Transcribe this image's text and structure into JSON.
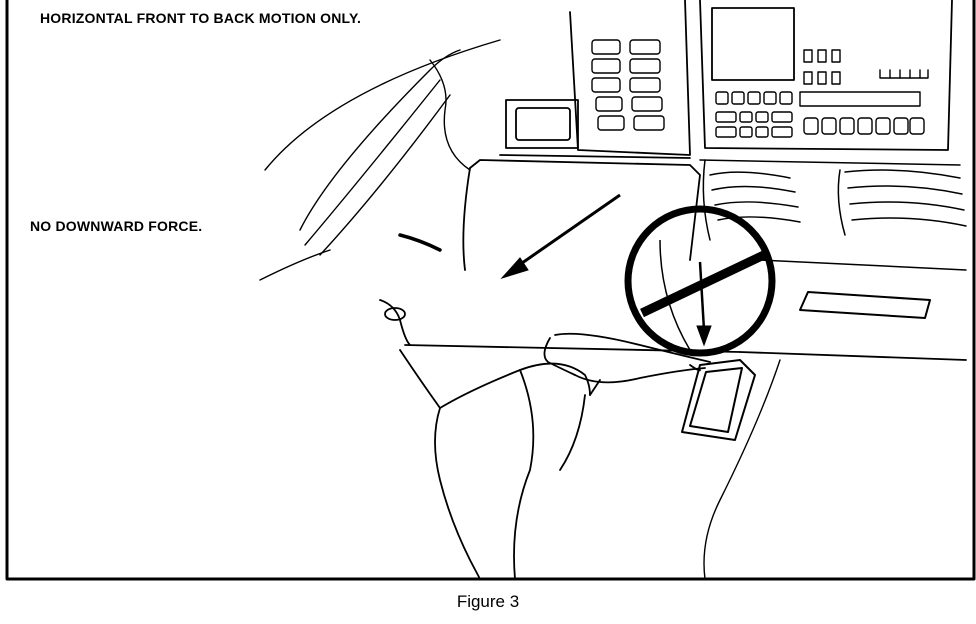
{
  "figure": {
    "caption": "Figure 3",
    "instruction_top": "HORIZONTAL FRONT TO BACK MOTION ONLY.",
    "instruction_mid": "NO DOWNWARD FORCE."
  },
  "illustration": {
    "correct_motion_symbol": "arrow-icon",
    "prohibited_symbol": "no-symbol-icon",
    "stroke_color": "#000000",
    "background_color": "#ffffff"
  }
}
